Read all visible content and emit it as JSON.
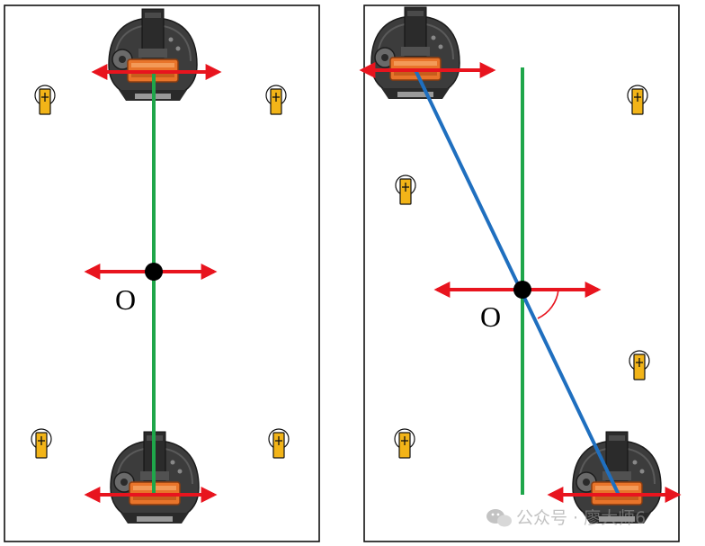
{
  "panels": [
    {
      "id": "left",
      "label": "O",
      "rotation_deg": 0
    },
    {
      "id": "right",
      "label": "O",
      "rotation_deg": 23
    }
  ],
  "watermark": {
    "text": "公众号 · 廖大师6",
    "icon": "wechat-icon"
  },
  "colors": {
    "axis_green": "#1fa64a",
    "axis_blue": "#1f6fbf",
    "arrow_red": "#e8141e",
    "wheel_orange": "#e8742a",
    "caster_yellow": "#f2b418"
  }
}
